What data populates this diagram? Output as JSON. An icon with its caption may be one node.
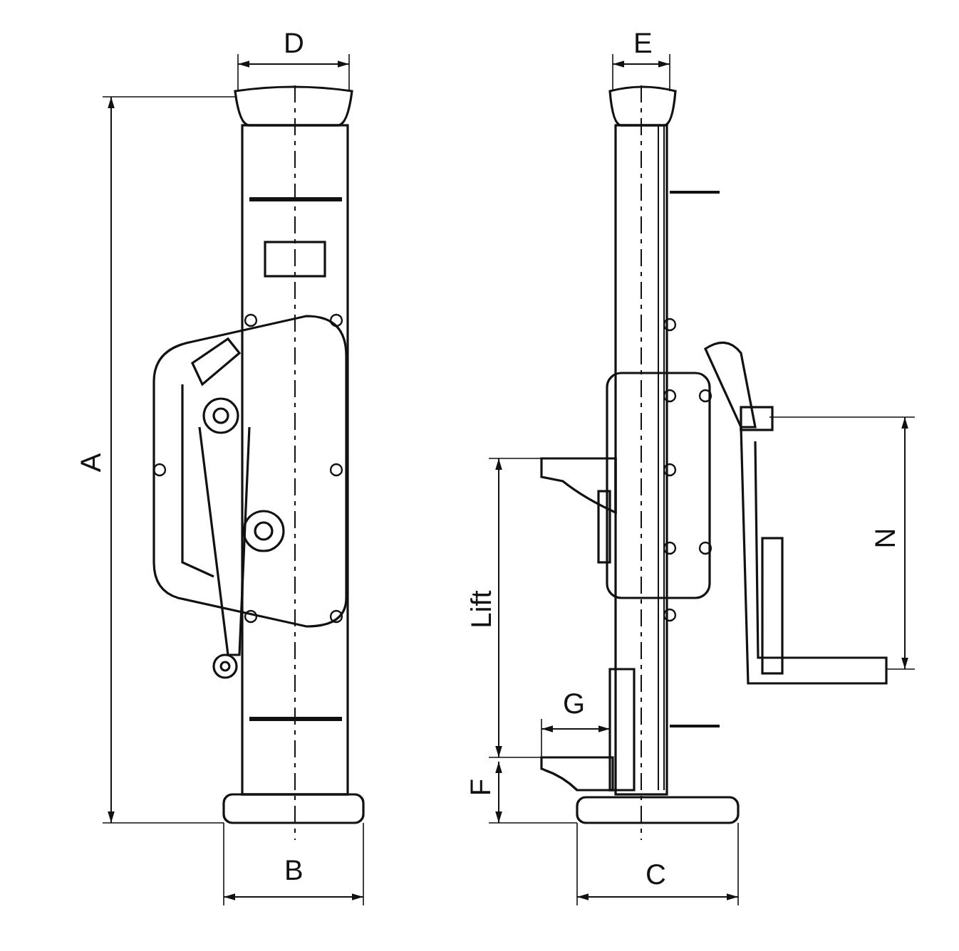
{
  "diagram": {
    "labels": [
      "D",
      "E",
      "A",
      "N",
      "Lift",
      "G",
      "F",
      "B",
      "C"
    ]
  }
}
